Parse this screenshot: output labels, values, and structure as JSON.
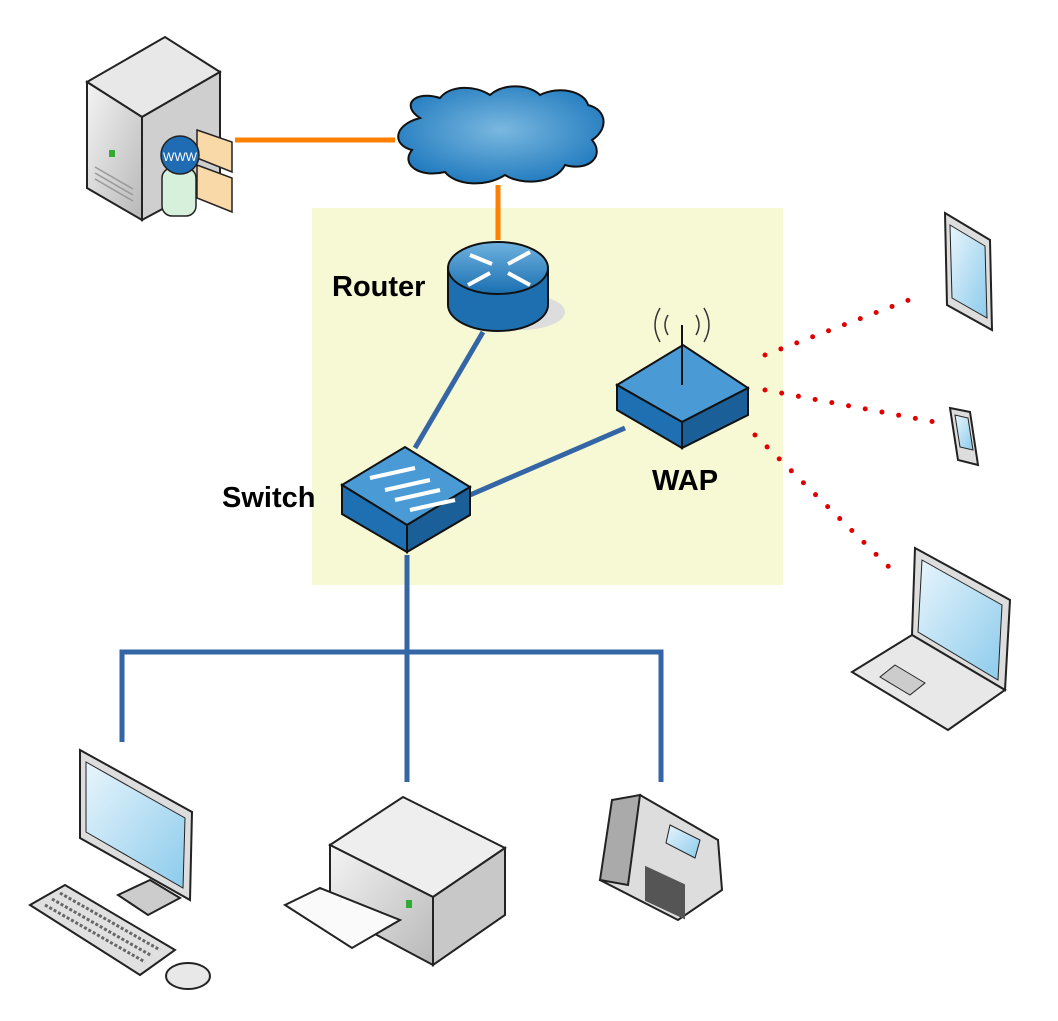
{
  "diagram": {
    "labels": {
      "router": "Router",
      "switch": "Switch",
      "wap": "WAP"
    },
    "server_logo_text": "WWW",
    "colors": {
      "internet_link": "#ff8000",
      "wired_link": "#3465a4",
      "wireless_link": "#e00000",
      "lan_zone": "#f7f8d4",
      "device_blue": "#2a7fc0"
    },
    "nodes": [
      "web-server",
      "internet-cloud",
      "router",
      "switch",
      "wap",
      "tablet",
      "smartphone",
      "laptop",
      "desktop",
      "printer",
      "ip-phone"
    ],
    "links": [
      {
        "from": "web-server",
        "to": "internet-cloud",
        "type": "internet"
      },
      {
        "from": "internet-cloud",
        "to": "router",
        "type": "internet"
      },
      {
        "from": "router",
        "to": "switch",
        "type": "wired"
      },
      {
        "from": "switch",
        "to": "wap",
        "type": "wired"
      },
      {
        "from": "switch",
        "to": "desktop",
        "type": "wired"
      },
      {
        "from": "switch",
        "to": "printer",
        "type": "wired"
      },
      {
        "from": "switch",
        "to": "ip-phone",
        "type": "wired"
      },
      {
        "from": "wap",
        "to": "tablet",
        "type": "wireless"
      },
      {
        "from": "wap",
        "to": "smartphone",
        "type": "wireless"
      },
      {
        "from": "wap",
        "to": "laptop",
        "type": "wireless"
      }
    ]
  }
}
